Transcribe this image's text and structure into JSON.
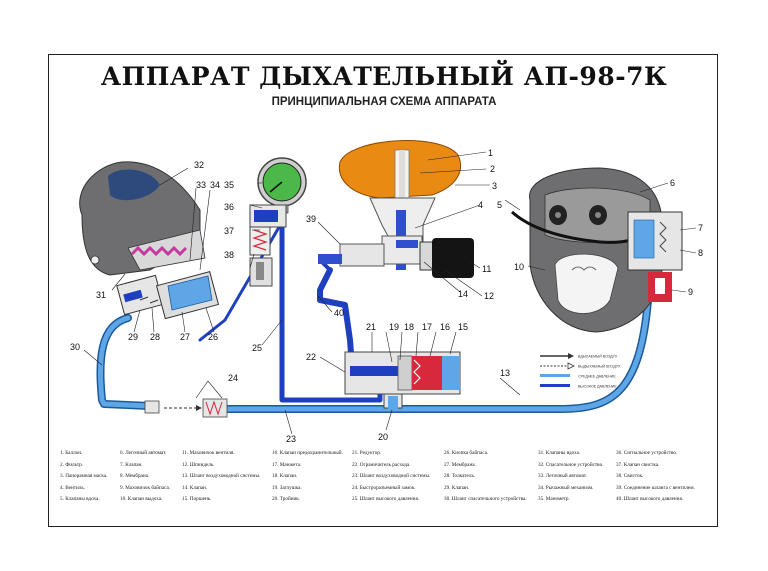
{
  "title": "АППАРАТ ДЫХАТЕЛЬНЫЙ АП-98-7К",
  "subtitle": "ПРИНЦИПИАЛЬНАЯ СХЕМА АППАРАТА",
  "colors": {
    "high_pressure": "#1e3fbf",
    "low_pressure": "#2f7fd0",
    "cylinder": "#e98a12",
    "gauge_face": "#4db84a",
    "valve_red": "#d8283c",
    "mask_gray": "#6e6e70"
  },
  "callouts": {
    "n1": "1",
    "n2": "2",
    "n3": "3",
    "n4": "4",
    "n5": "5",
    "n6": "6",
    "n7": "7",
    "n8": "8",
    "n9": "9",
    "n10": "10",
    "n11": "11",
    "n12": "12",
    "n13": "13",
    "n14": "14",
    "n15": "15",
    "n16": "16",
    "n17": "17",
    "n18": "18",
    "n19": "19",
    "n20": "20",
    "n21": "21",
    "n22": "22",
    "n23": "23",
    "n24": "24",
    "n25": "25",
    "n26": "26",
    "n27": "27",
    "n28": "28",
    "n29": "29",
    "n30": "30",
    "n31": "31",
    "n32": "32",
    "n33": "33",
    "n34": "34",
    "n35": "35",
    "n36": "36",
    "n37": "37",
    "n38": "38",
    "n39": "39",
    "n40": "40"
  },
  "flow_key": [
    "ВДЫХАЕМЫЙ ВОЗДУХ",
    "ВЫДЫХАЕМЫЙ ВОЗДУХ",
    "СРЕДНЕЕ ДАВЛЕНИЕ",
    "ВЫСОКОЕ ДАВЛЕНИЕ"
  ],
  "legend": [
    [
      "1. Баллон.",
      "2. Фильтр.",
      "3. Панорамная маска.",
      "4. Вентиль.",
      "5. Клапаны вдоха."
    ],
    [
      "6. Легочный автомат.",
      "7. Клапан.",
      "8. Мембрана.",
      "9. Маховичок байпаса.",
      "10. Клапан выдоха."
    ],
    [
      "11. Маховичок вентиля.",
      "12. Шпиндель.",
      "13. Шланг воздуховодной системы.",
      "14. Клапан.",
      "15. Поршень."
    ],
    [
      "16. Клапан предохранительный.",
      "17. Манжета.",
      "18. Клапан.",
      "19. Заглушка.",
      "20. Тройник."
    ],
    [
      "21. Редуктор.",
      "22. Ограничитель расхода.",
      "23. Шланг воздуховодной системы.",
      "24. Быстроразъемный замок.",
      "25. Шланг высокого давления."
    ],
    [
      "26. Кнопка байпаса.",
      "27. Мембрана.",
      "28. Толкатель.",
      "29. Клапан.",
      "30. Шланг спасательного устройства."
    ],
    [
      "31. Клапаны вдоха.",
      "32. Спасательное устройство.",
      "33. Легочный автомат.",
      "34. Рычажный механизм.",
      "35. Манометр."
    ],
    [
      "36. Сигнальное устройство.",
      "37. Клапан свистка.",
      "38. Свисток.",
      "39. Соединение шланга с вентилем.",
      "40. Шланг высокого давления."
    ]
  ]
}
